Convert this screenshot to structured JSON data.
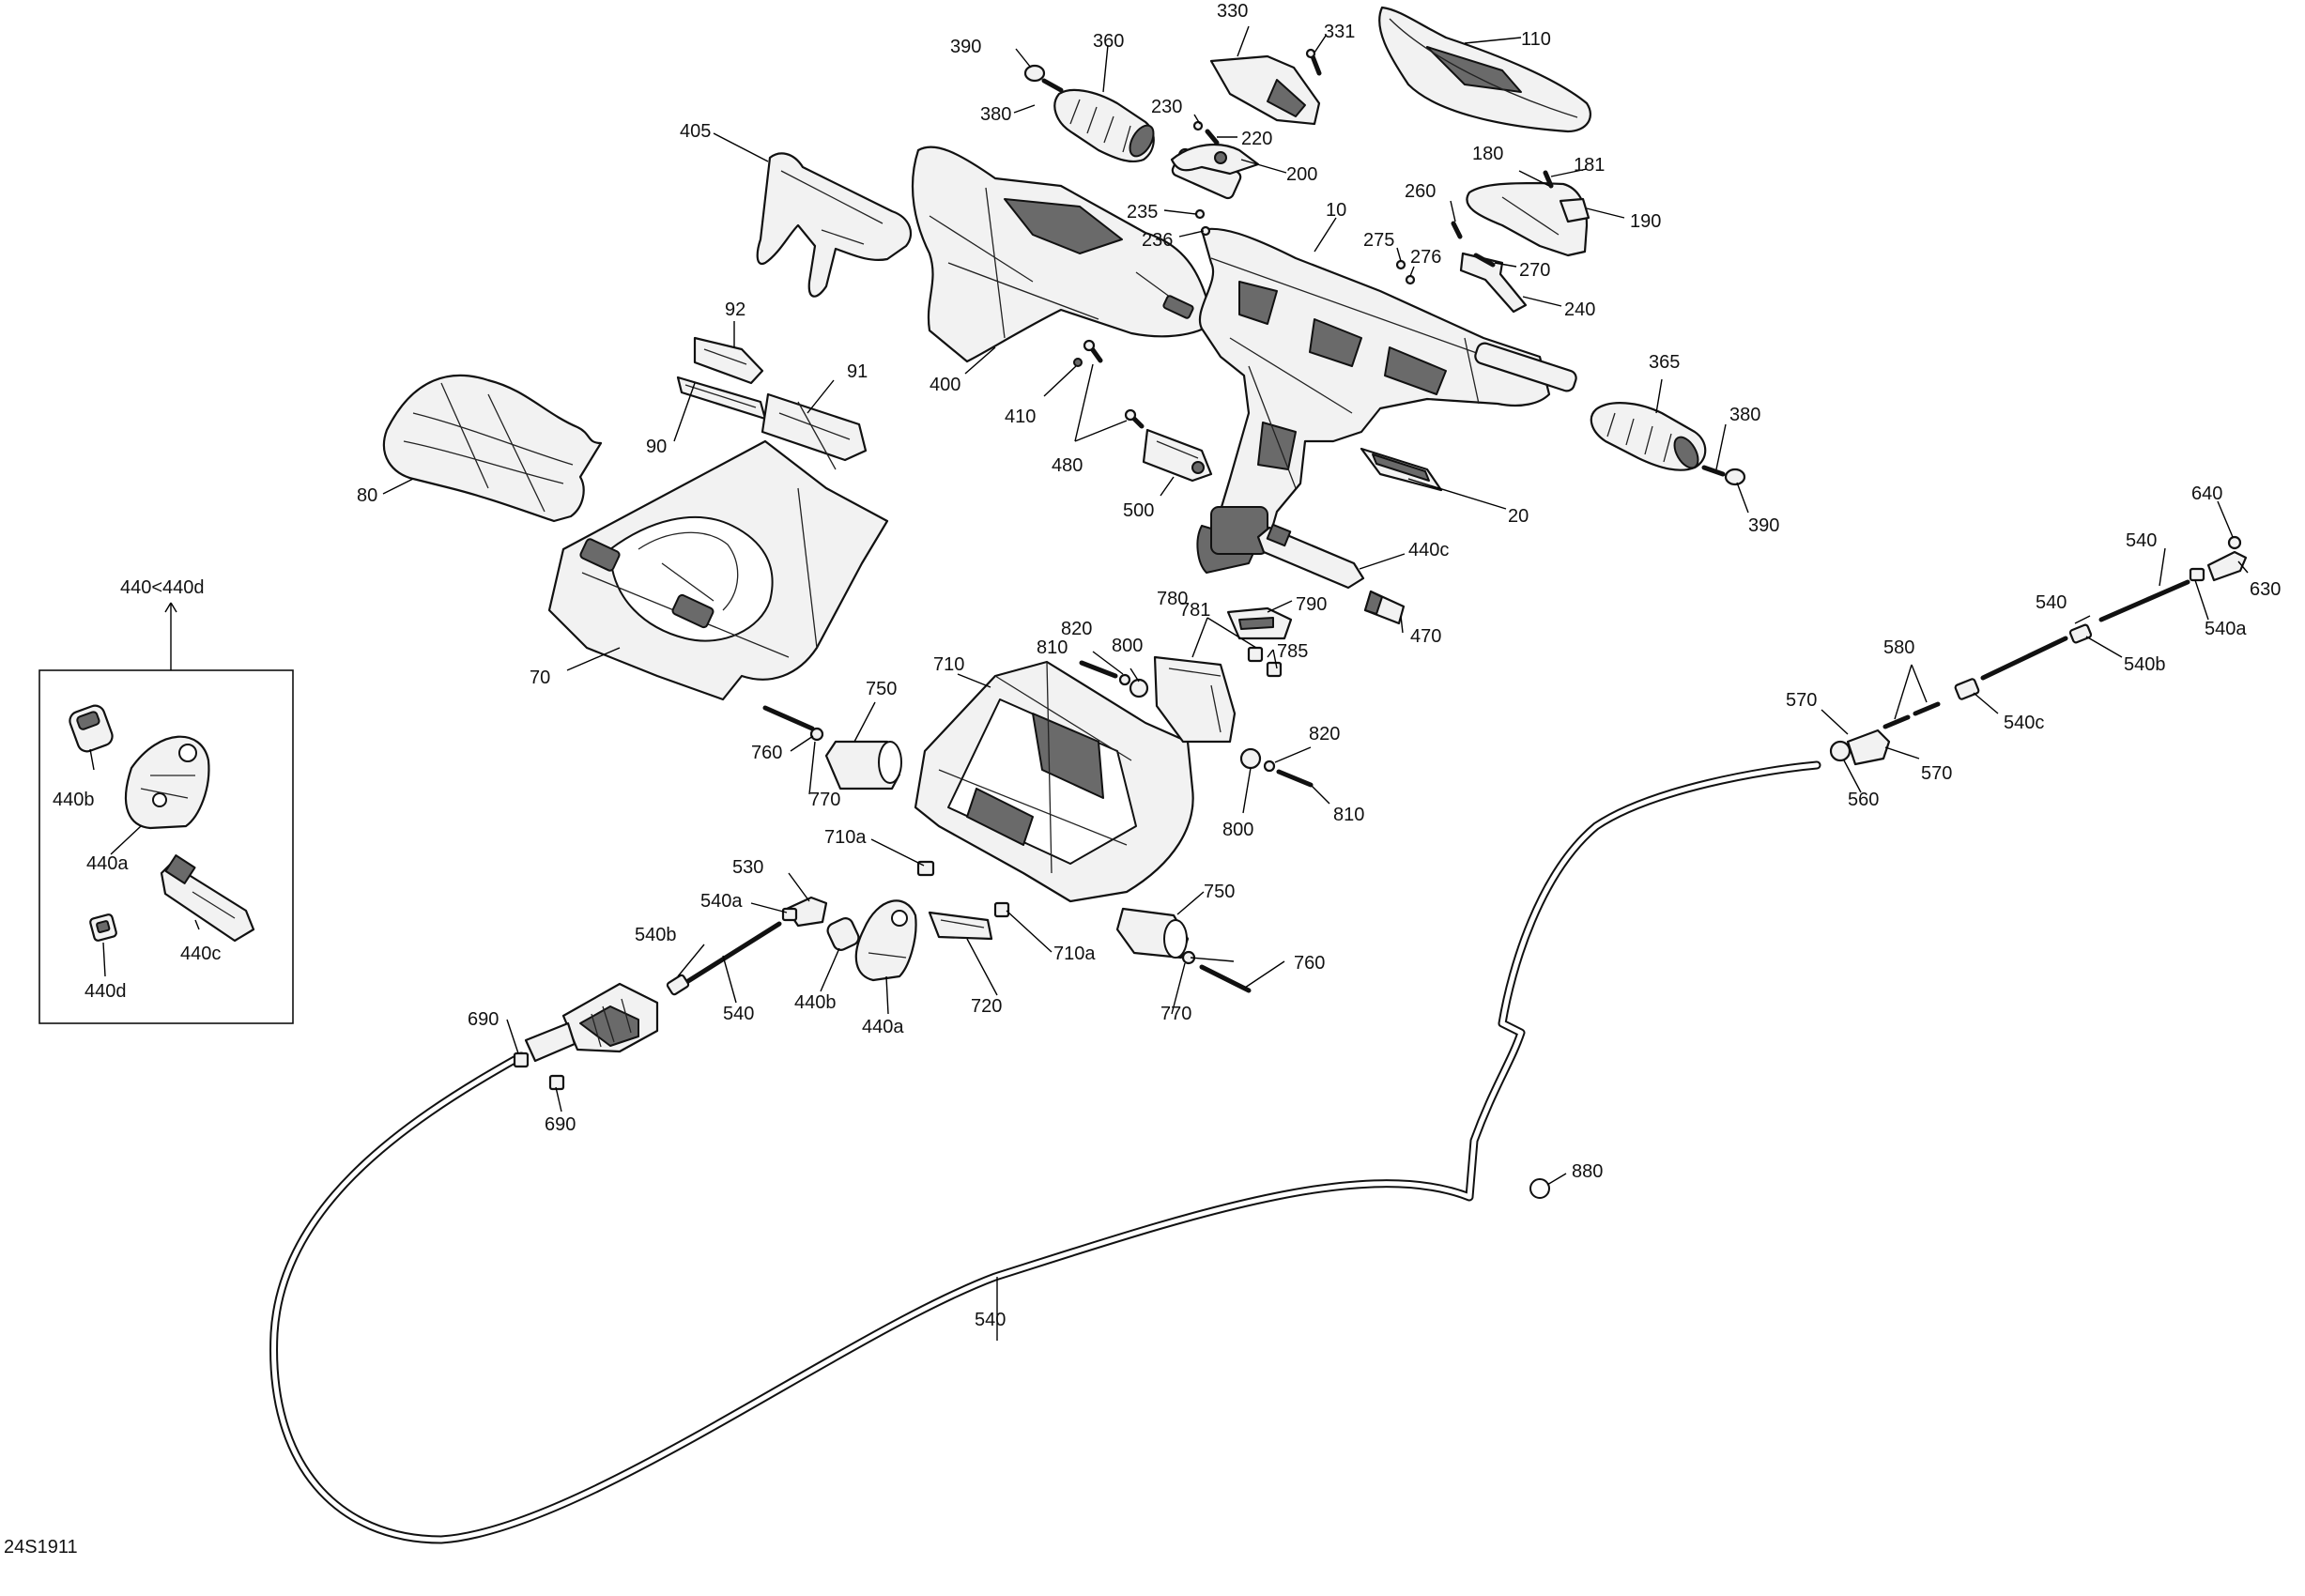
{
  "diagram": {
    "code": "24S1911",
    "inset_title": "440<440d",
    "labels": {
      "l10": "10",
      "l20": "20",
      "l70": "70",
      "l80": "80",
      "l90": "90",
      "l91": "91",
      "l92": "92",
      "l110": "110",
      "l180": "180",
      "l181": "181",
      "l190": "190",
      "l200": "200",
      "l220": "220",
      "l230": "230",
      "l235": "235",
      "l236": "236",
      "l240": "240",
      "l260": "260",
      "l270": "270",
      "l275": "275",
      "l276": "276",
      "l330": "330",
      "l331": "331",
      "l360": "360",
      "l365": "365",
      "l380a": "380",
      "l380b": "380",
      "l390a": "390",
      "l390b": "390",
      "l400": "400",
      "l405": "405",
      "l410": "410",
      "l440a_box": "440a",
      "l440b_box": "440b",
      "l440c_box": "440c",
      "l440d_box": "440d",
      "l440a": "440a",
      "l440b": "440b",
      "l440c": "440c",
      "l470": "470",
      "l480": "480",
      "l500": "500",
      "l530": "530",
      "l540_a": "540",
      "l540_b": "540",
      "l540_c": "540",
      "l540_d": "540",
      "l540a_a": "540a",
      "l540a_b": "540a",
      "l540b_a": "540b",
      "l540b_b": "540b",
      "l540c": "540c",
      "l560": "560",
      "l570_a": "570",
      "l570_b": "570",
      "l580": "580",
      "l630": "630",
      "l640": "640",
      "l690_a": "690",
      "l690_b": "690",
      "l710": "710",
      "l710a_a": "710a",
      "l710a_b": "710a",
      "l720": "720",
      "l750_a": "750",
      "l750_b": "750",
      "l760_a": "760",
      "l760_b": "760",
      "l770_a": "770",
      "l770_b": "770",
      "l780": "780",
      "l781": "781",
      "l785": "785",
      "l790": "790",
      "l800_a": "800",
      "l800_b": "800",
      "l810_a": "810",
      "l810_b": "810",
      "l820_a": "820",
      "l820_b": "820",
      "l880": "880"
    }
  }
}
